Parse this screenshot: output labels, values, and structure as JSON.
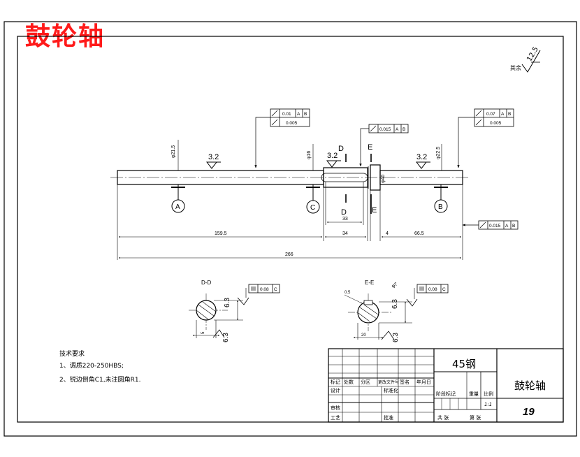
{
  "title": "鼓轮轴",
  "roughness_other": {
    "label": "其余",
    "value": "12.5"
  },
  "roughness_marks": [
    "3.2",
    "3.2",
    "3.2"
  ],
  "datums": [
    "A",
    "C",
    "B"
  ],
  "section_letters": {
    "d_top": "D",
    "d_bottom": "D",
    "e_top": "E",
    "e_bottom": "E"
  },
  "fcf_left": {
    "row1": [
      "0.01",
      "A",
      "B"
    ],
    "row2": [
      "0.005"
    ]
  },
  "fcf_mid": {
    "row1": [
      "0.015",
      "A",
      "B"
    ]
  },
  "fcf_right": {
    "row1": [
      "0.07",
      "A",
      "B"
    ],
    "row2": [
      "0.005"
    ]
  },
  "fcf_runout_right": {
    "row1": [
      "0.015",
      "A",
      "B"
    ]
  },
  "dia_labels": {
    "d1": "φ21.5",
    "d2": "φ16",
    "d3": "φ22.5",
    "d4": "φ40"
  },
  "dimensions": {
    "left_len": "159.5",
    "mid_len": "34",
    "key_len": "33",
    "gap": "4",
    "right_len": "66.5",
    "total": "266"
  },
  "sections": {
    "dd": {
      "title": "D-D",
      "depth": "6.3",
      "width_a": "6.3",
      "key": "5",
      "fcf": [
        "0.08",
        "C"
      ]
    },
    "ee": {
      "title": "E-E",
      "depth": "6.3",
      "width_a": "6.3",
      "chamfer": "0.5",
      "key": "20",
      "fcf": [
        "0.08",
        "C"
      ]
    }
  },
  "tech_notes": {
    "heading": "技术要求",
    "line1": "1、调质220-250HBS;",
    "line2": "2、锐边倒角C1,未注圆角R1."
  },
  "title_block": {
    "material": "45钢",
    "part_name": "鼓轮轴",
    "drawing_no": "19",
    "scale": "1:1",
    "scale_header": "比例",
    "weight_header": "重量",
    "stage_header": "阶段标记",
    "rev_headers": [
      "标记",
      "处数",
      "分区",
      "更改文件号",
      "签名",
      "年月日"
    ],
    "design": "设计",
    "standard": "标准化",
    "review": "审核",
    "process": "工艺",
    "approve": "批准",
    "sheets": "共  张",
    "sheet_no": "第  张"
  }
}
